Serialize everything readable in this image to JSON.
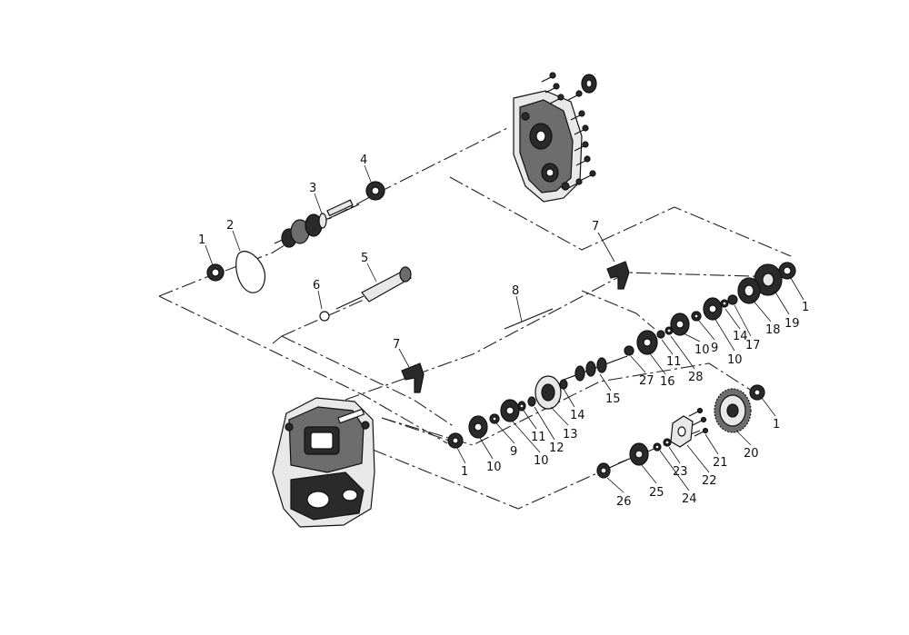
{
  "diagram": {
    "callouts": [
      {
        "label": "1",
        "name": "callout-1-bearing-left"
      },
      {
        "label": "2",
        "name": "callout-2-drive-belt"
      },
      {
        "label": "3",
        "name": "callout-3-input-shaft"
      },
      {
        "label": "4",
        "name": "callout-4-bearing-top"
      },
      {
        "label": "5",
        "name": "callout-5-shift-shaft"
      },
      {
        "label": "6",
        "name": "callout-6-o-ring"
      },
      {
        "label": "7",
        "name": "callout-7-shift-fork-upper"
      },
      {
        "label": "8",
        "name": "callout-8-rod"
      },
      {
        "label": "7",
        "name": "callout-7-shift-fork-lower"
      },
      {
        "label": "1",
        "name": "callout-1-bearing-upper-right"
      },
      {
        "label": "19",
        "name": "callout-19-gear"
      },
      {
        "label": "18",
        "name": "callout-18-gear"
      },
      {
        "label": "17",
        "name": "callout-17-washer"
      },
      {
        "label": "14",
        "name": "callout-14-washer-upper"
      },
      {
        "label": "10",
        "name": "callout-10-gear-upper"
      },
      {
        "label": "9",
        "name": "callout-9-washer-upper"
      },
      {
        "label": "10",
        "name": "callout-10-gear-mid"
      },
      {
        "label": "28",
        "name": "callout-28-washer"
      },
      {
        "label": "11",
        "name": "callout-11-washer-upper"
      },
      {
        "label": "16",
        "name": "callout-16-gear"
      },
      {
        "label": "27",
        "name": "callout-27-washer"
      },
      {
        "label": "15",
        "name": "callout-15-output-shaft"
      },
      {
        "label": "14",
        "name": "callout-14-washer-lower"
      },
      {
        "label": "13",
        "name": "callout-13-gear"
      },
      {
        "label": "12",
        "name": "callout-12-washer"
      },
      {
        "label": "11",
        "name": "callout-11-washer-lower"
      },
      {
        "label": "10",
        "name": "callout-10-gear-lower"
      },
      {
        "label": "9",
        "name": "callout-9-washer-lower"
      },
      {
        "label": "10",
        "name": "callout-10-gear-bottom"
      },
      {
        "label": "1",
        "name": "callout-1-bearing-bottom"
      },
      {
        "label": "1",
        "name": "callout-1-bearing-right"
      },
      {
        "label": "20",
        "name": "callout-20-ring-gear"
      },
      {
        "label": "21",
        "name": "callout-21-bolt"
      },
      {
        "label": "22",
        "name": "callout-22-plate"
      },
      {
        "label": "23",
        "name": "callout-23-washer"
      },
      {
        "label": "24",
        "name": "callout-24-washer"
      },
      {
        "label": "25",
        "name": "callout-25-gear"
      },
      {
        "label": "26",
        "name": "callout-26-pinion"
      }
    ]
  }
}
